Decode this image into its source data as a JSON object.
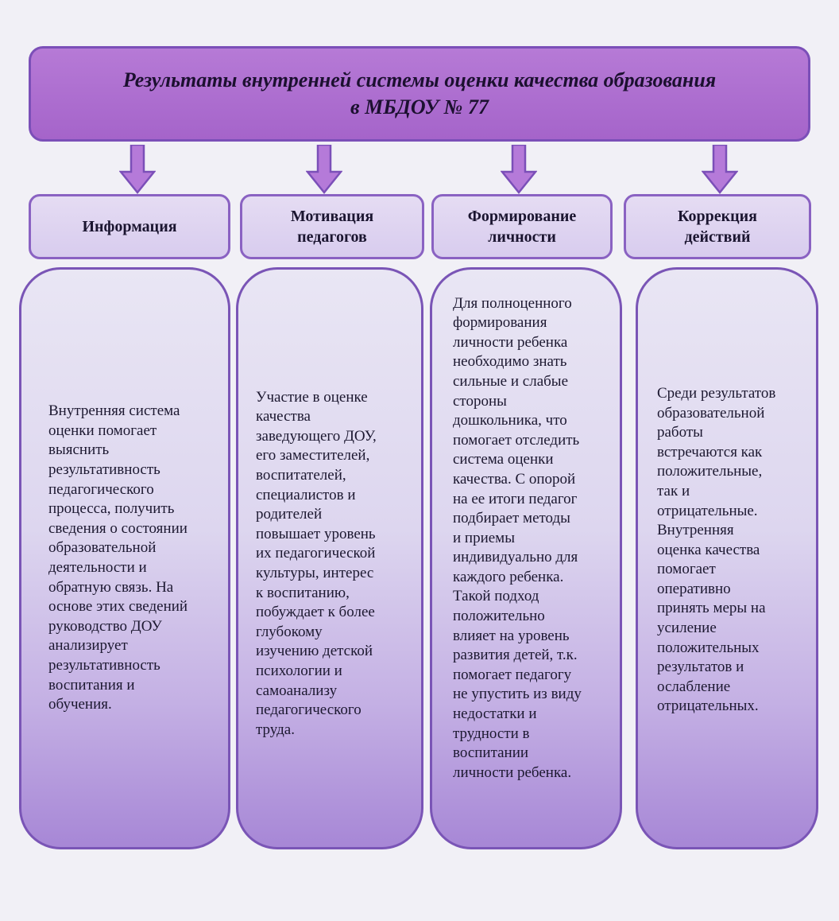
{
  "title": {
    "line1": "Результаты внутренней системы оценки качества образования",
    "line2": "в МБДОУ № 77"
  },
  "colors": {
    "title_fill": "#b06fd2",
    "arrow_fill": "#b57ad9",
    "header_fill": "#e2d9f2",
    "panel_bottom": "#a787d6",
    "border": "#7b4fb8"
  },
  "columns": [
    {
      "header": "Информация",
      "text": "Внутренняя система\nоценки помогает\nвыяснить\nрезультативность\nпедагогического\nпроцесса, получить\nсведения о состоянии\nобразовательной\nдеятельности и\nобратную связь. На\nоснове этих сведений\nруководство ДОУ\nанализирует\nрезультативность\nвоспитания и\nобучения."
    },
    {
      "header": "Мотивация\nпедагогов",
      "text": "Участие в оценке\nкачества\nзаведующего ДОУ,\nего заместителей,\nвоспитателей,\nспециалистов и\nродителей\nповышает уровень\nих педагогической\nкультуры, интерес\nк воспитанию,\nпобуждает к более\nглубокому\nизучению детской\nпсихологии и\nсамоанализу\nпедагогического\nтруда."
    },
    {
      "header": "Формирование\nличности",
      "text": "Для полноценного\nформирования\nличности ребенка\nнеобходимо знать\nсильные и слабые\nстороны\nдошкольника, что\nпомогает отследить\nсистема оценки\nкачества. С опорой\nна ее итоги педагог\nподбирает методы\nи приемы\nиндивидуально для\nкаждого ребенка.\nТакой подход\nположительно\nвлияет на уровень\nразвития детей, т.к.\nпомогает педагогу\nне упустить из виду\nнедостатки и\nтрудности в\nвоспитании\nличности ребенка."
    },
    {
      "header": "Коррекция\nдействий",
      "text": "Среди результатов\nобразовательной\nработы\nвстречаются как\nположительные,\nтак и\nотрицательные.\nВнутренняя\nоценка качества\nпомогает\nоперативно\nпринять меры на\nусиление\nположительных\nрезультатов и\nослабление\nотрицательных."
    }
  ]
}
